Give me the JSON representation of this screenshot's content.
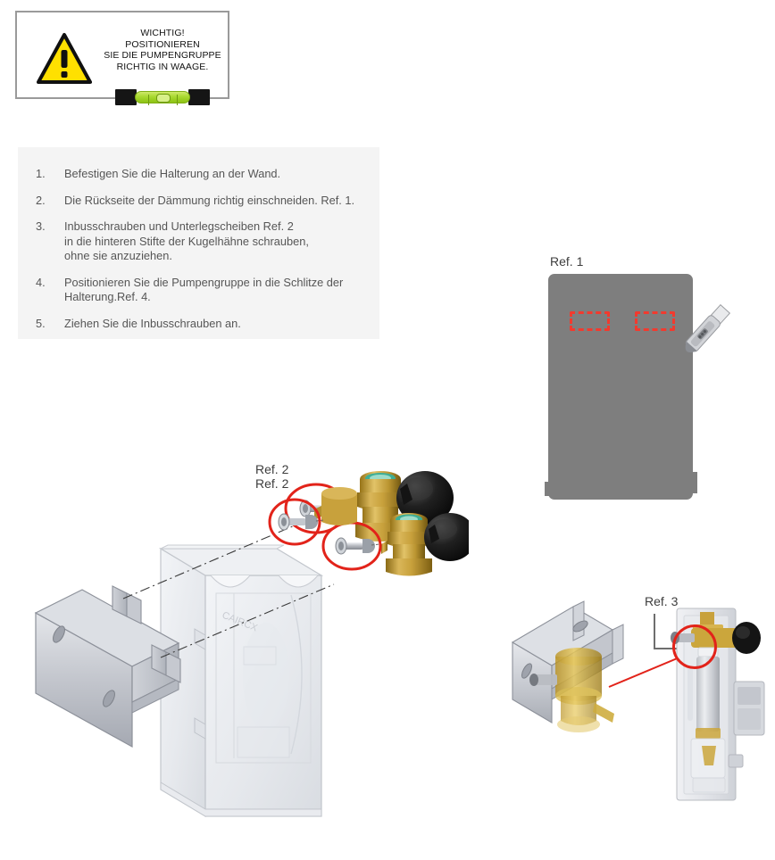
{
  "warning": {
    "icon": "warning-triangle-icon",
    "lines": [
      "WICHTIG!",
      "POSITIONIEREN",
      "SIE DIE PUMPENGRUPPE",
      "RICHTIG IN WAAGE."
    ],
    "level_tool": "spirit-level",
    "border_color": "#9a9a9a",
    "triangle_color": "#ffe000"
  },
  "instructions": {
    "steps": [
      {
        "num": "1.",
        "lines": [
          "Befestigen Sie die Halterung an der Wand."
        ]
      },
      {
        "num": "2.",
        "lines": [
          "Die Rückseite der Dämmung richtig einschneiden. Ref. 1."
        ]
      },
      {
        "num": "3.",
        "lines": [
          "Inbusschrauben und Unterlegscheiben Ref. 2",
          "in die hinteren Stifte der Kugelhähne schrauben,",
          "ohne sie anzuziehen."
        ]
      },
      {
        "num": "4.",
        "lines": [
          "Positionieren Sie die Pumpengruppe in die Schlitze der",
          "Halterung.Ref. 4."
        ]
      },
      {
        "num": "5.",
        "lines": [
          "Ziehen Sie die Inbusschrauben an."
        ]
      }
    ],
    "panel_color": "#f4f4f4",
    "text_color": "#565656"
  },
  "figures": {
    "ref1": {
      "label": "Ref. 1",
      "description": "insulation-back-panel-with-cut-marks",
      "panel_color": "#7e7e7e",
      "cut_mark_color": "#f23a2e",
      "cut_marks": 2,
      "tool": "utility-knife"
    },
    "ref2": {
      "label": "Ref. 2",
      "description": "ball-valves-with-allen-screws-and-washers",
      "highlight_color": "#e2231a",
      "valves": 2,
      "brass_color": "#b9912f",
      "knob_color": "#1c1c1c",
      "seal_color": "#4fb9a5"
    },
    "ref3": {
      "label": "Ref. 3",
      "description": "wall-bracket-with-valve-and-pump-group-detail",
      "highlight_color": "#e2231a",
      "leader_color": "#6e6e6e"
    },
    "main": {
      "label": "Ref. 2",
      "description": "exploded-view-wall-bracket-and-insulation-housing",
      "bracket_color": "#b9bcc4",
      "housing_color": "#e8eaee",
      "highlight_color": "#e2231a"
    }
  }
}
